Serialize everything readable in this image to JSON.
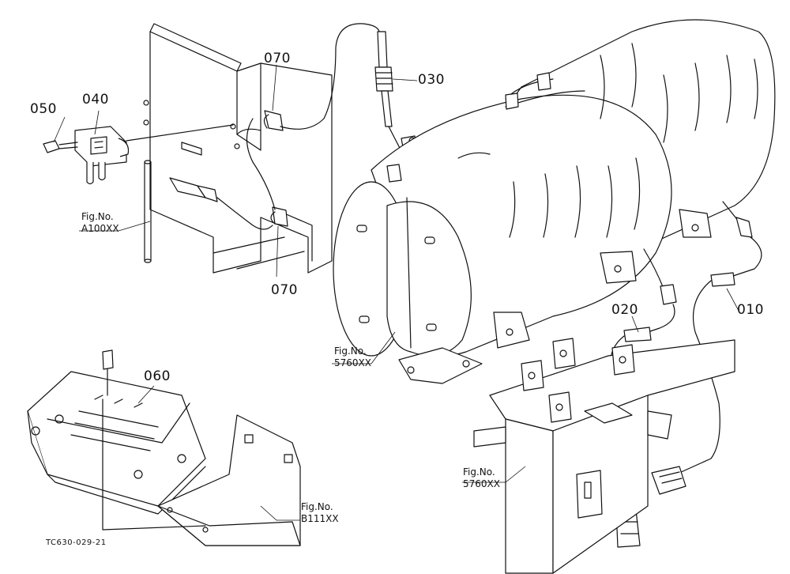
{
  "part_labels": {
    "p010": "010",
    "p020": "020",
    "p030": "030",
    "p040": "040",
    "p050": "050",
    "p060": "060",
    "p070a": "070",
    "p070b": "070"
  },
  "fig_refs": {
    "a100": {
      "line1": "Fig.No.",
      "line2": "A100XX"
    },
    "dpf": {
      "line1": "Fig.No.",
      "line2": "5760XX"
    },
    "bracket": {
      "line1": "Fig.No.",
      "line2": "5760XX"
    },
    "b111": {
      "line1": "Fig.No.",
      "line2": "B111XX"
    }
  },
  "drawing_code": "TC630-029-21"
}
